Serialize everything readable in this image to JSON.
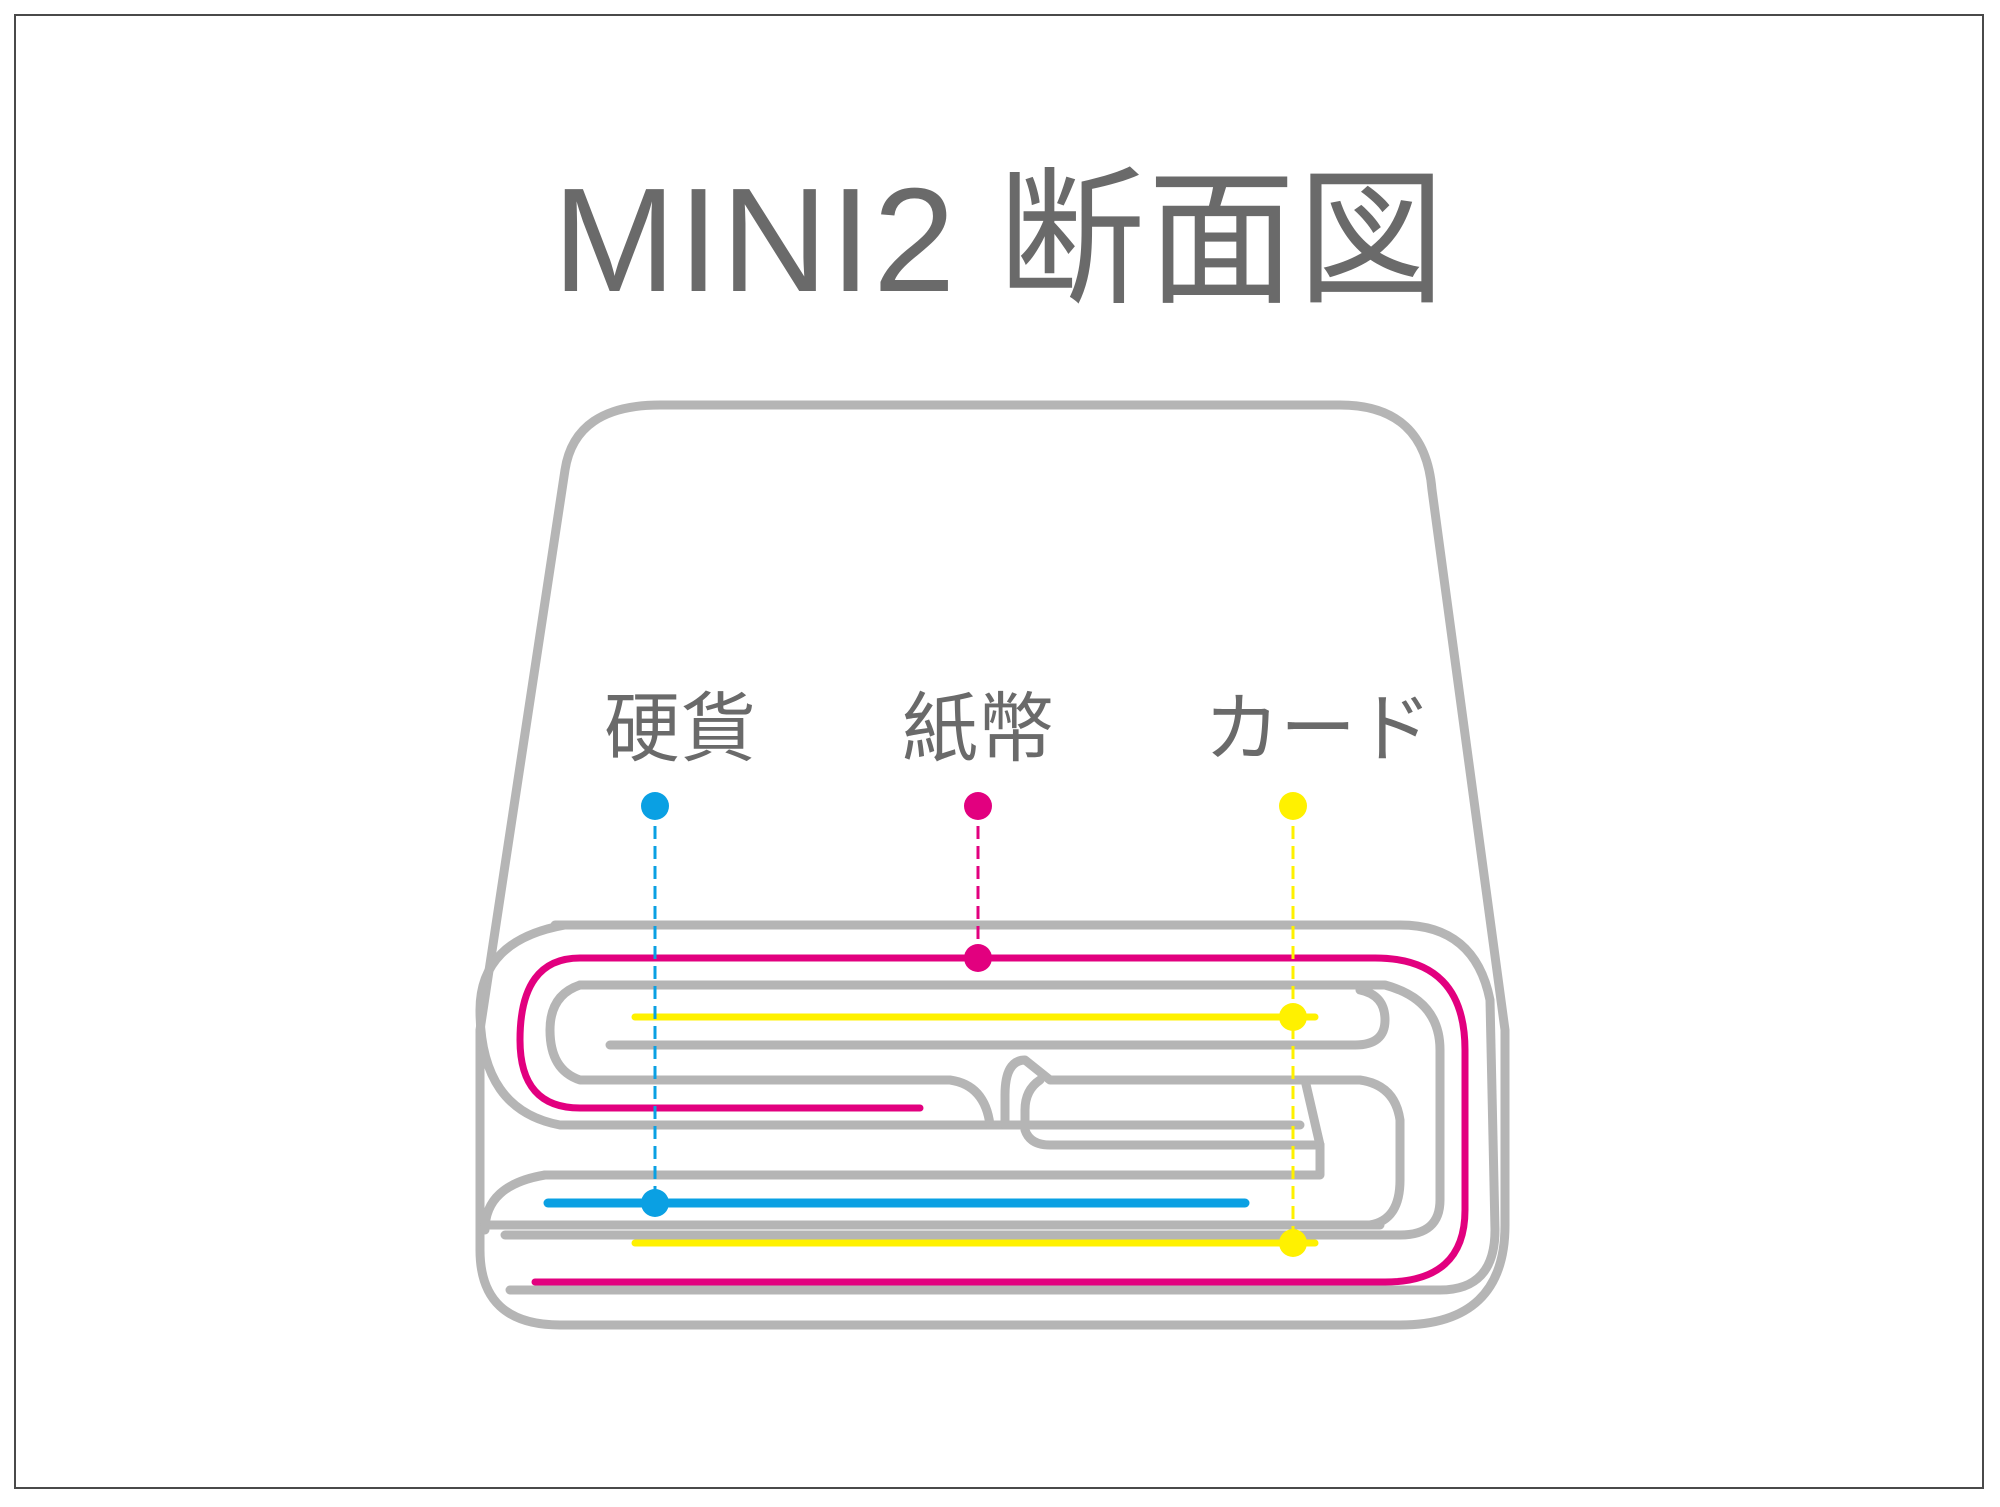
{
  "title": {
    "model": "MINI2",
    "subtitle": "断面図"
  },
  "labels": {
    "coins": "硬貨",
    "bills": "紙幣",
    "cards": "カード"
  },
  "colors": {
    "frame": "#4a4a4a",
    "outline": "#b5b5b5",
    "text": "#6a6a6a",
    "coins": "#0aa0e3",
    "bills": "#e2007f",
    "cards": "#fff100"
  }
}
